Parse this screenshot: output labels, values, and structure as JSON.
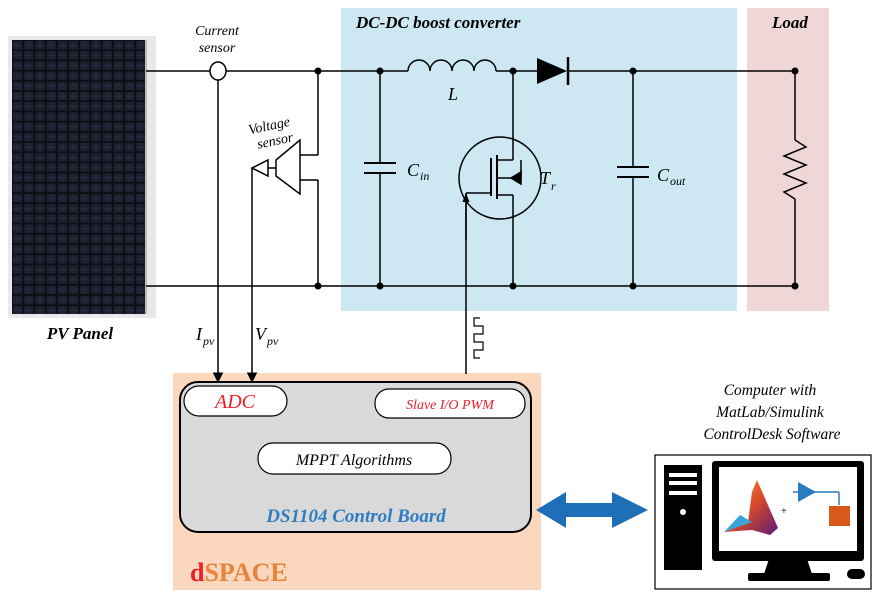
{
  "labels": {
    "current_sensor_1": "Current",
    "current_sensor_2": "sensor",
    "voltage_sensor_1": "Voltage",
    "voltage_sensor_2": "sensor",
    "converter_title": "DC-DC boost converter",
    "load_title": "Load",
    "inductor": "L",
    "cin_main": "C",
    "cin_sub": "in",
    "cout_main": "C",
    "cout_sub": "out",
    "tr_main": "T",
    "tr_sub": "r",
    "pv_panel": "PV Panel",
    "ipv_main": "I",
    "ipv_sub": "pv",
    "vpv_main": "V",
    "vpv_sub": "pv",
    "adc": "ADC",
    "slave_io": "Slave I/O PWM",
    "mppt": "MPPT Algorithms",
    "control_board": "DS1104 Control Board",
    "dspace_d": "d",
    "dspace_rest": "SPACE",
    "computer_1": "Computer with",
    "computer_2": "MatLab/Simulink",
    "computer_3": "ControlDesk Software"
  },
  "colors": {
    "converter_bg": "#cde8f2",
    "load_bg": "#efd7d7",
    "dspace_bg": "#fad7bd",
    "board_bg": "#d9d9d9",
    "red_text": "#e8202a",
    "blue_text": "#2e7dc4",
    "arrow_blue": "#1e6fb8"
  }
}
